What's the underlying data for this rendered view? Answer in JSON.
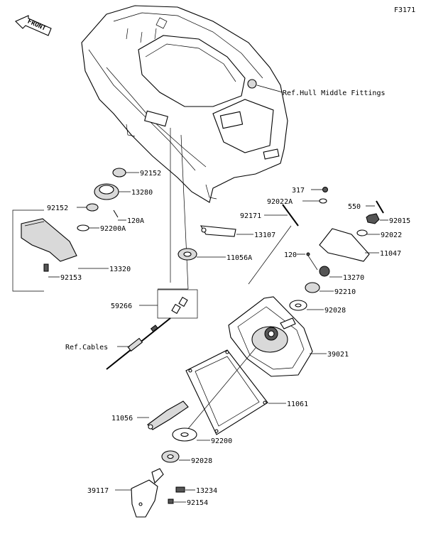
{
  "figure_code": "F3171",
  "front_arrow_label": "FRONT",
  "callouts": {
    "hull_ref": "Ref.Hull Middle Fittings",
    "cables_ref": "Ref.Cables",
    "p92152a": "92152",
    "p13280": "13280",
    "p92152b": "92152",
    "p120a": "120A",
    "p92200a": "92200A",
    "p92153": "92153",
    "p13320": "13320",
    "p13107": "13107",
    "p11056a": "11056A",
    "p59266": "59266",
    "p317": "317",
    "p92022a": "92022A",
    "p92171": "92171",
    "p550": "550",
    "p92015": "92015",
    "p92022": "92022",
    "p11047": "11047",
    "p120": "120",
    "p13270": "13270",
    "p92210": "92210",
    "p92028a": "92028",
    "p39021": "39021",
    "p11061": "11061",
    "p11056": "11056",
    "p92200": "92200",
    "p92028b": "92028",
    "p39117": "39117",
    "p13234": "13234",
    "p92154": "92154"
  }
}
